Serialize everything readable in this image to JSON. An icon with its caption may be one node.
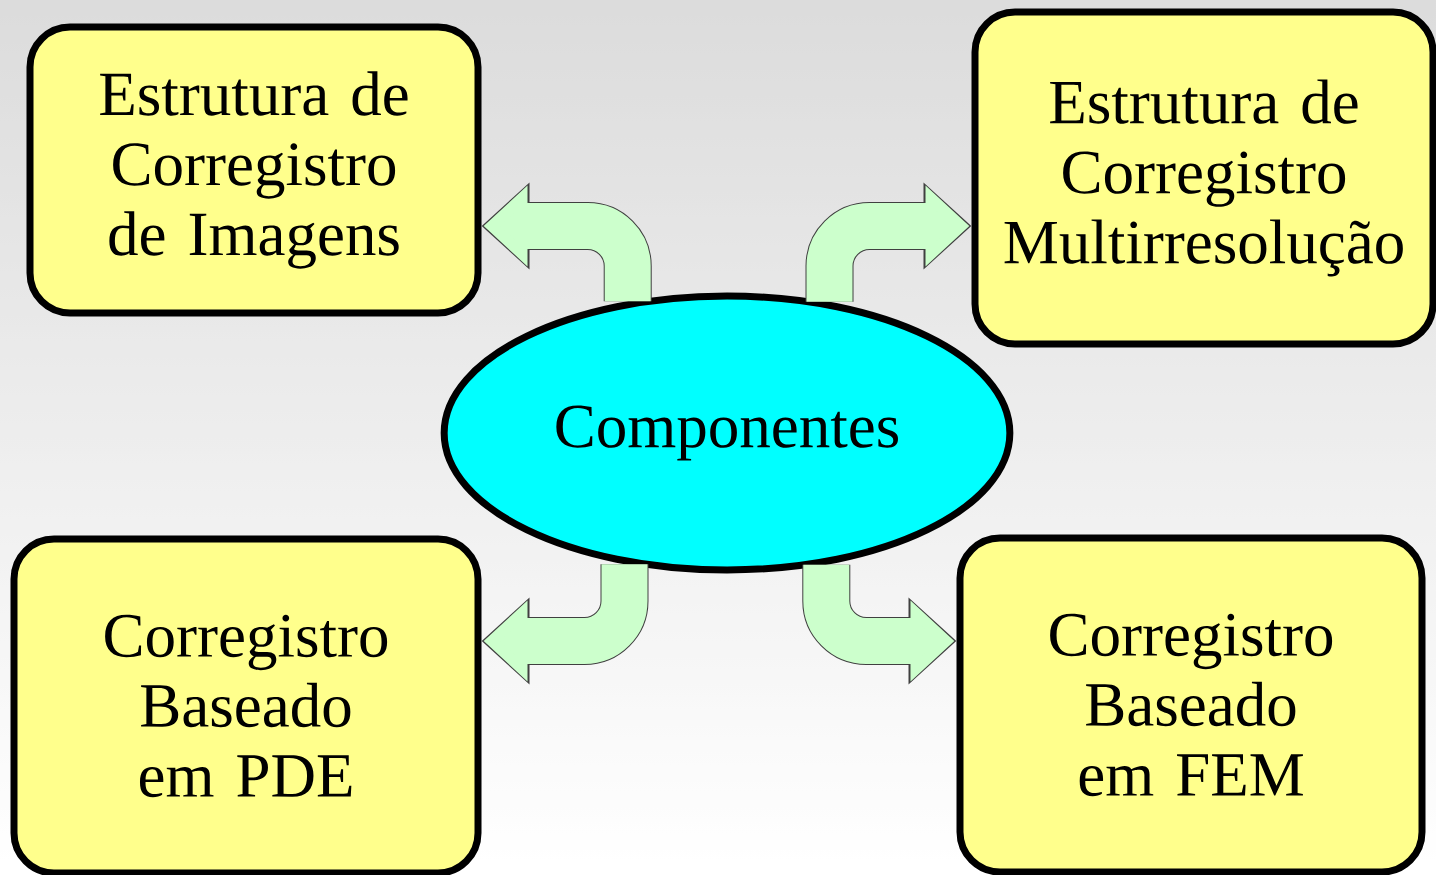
{
  "diagram": {
    "nodes": [
      {
        "text": [
          "Estrutura de Corregistro de Imagens"
        ]
      },
      {
        "text": [
          "Estrutura de Corregistro Multirresolução"
        ]
      },
      {
        "text": [
          "Componentes"
        ]
      },
      {
        "text": [
          "Corregistro Baseado em PDE"
        ]
      },
      {
        "text": [
          "Corregistro Baseado em FEM"
        ]
      }
    ],
    "edges": [
      {
        "from": 2,
        "to": 0,
        "arrow": "to"
      },
      {
        "from": 2,
        "to": 1,
        "arrow": "to"
      },
      {
        "from": 2,
        "to": 3,
        "arrow": "to"
      },
      {
        "from": 2,
        "to": 4,
        "arrow": "to"
      }
    ]
  }
}
